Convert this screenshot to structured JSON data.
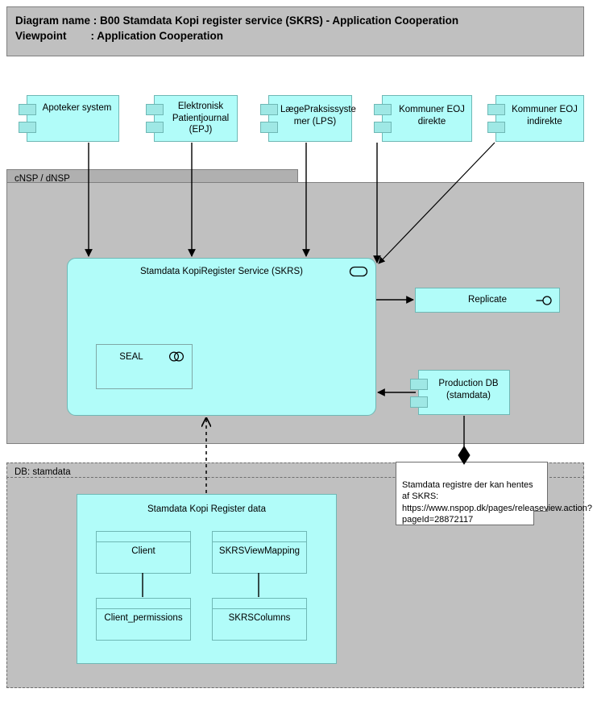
{
  "header": {
    "line1": "Diagram name : B00 Stamdata Kopi register service (SKRS) - Application Cooperation",
    "line2": "Viewpoint        : Application Cooperation"
  },
  "groups": [
    {
      "id": "cnsp",
      "label": "cNSP / dNSP"
    },
    {
      "id": "db",
      "label": "DB: stamdata"
    }
  ],
  "external_systems": [
    {
      "id": "apoteker",
      "label": "Apoteker system"
    },
    {
      "id": "epj",
      "label": "Elektronisk\nPatientjournal\n(EPJ)"
    },
    {
      "id": "lps",
      "label": "LægePraksissyste\nmer (LPS)"
    },
    {
      "id": "eoj_dir",
      "label": "Kommuner EOJ\ndirekte"
    },
    {
      "id": "eoj_indir",
      "label": "Kommuner EOJ\nindirekte"
    }
  ],
  "core": {
    "skrs": {
      "label": "Stamdata KopiRegister Service (SKRS)",
      "icon": "application-service-icon"
    },
    "seal": {
      "label": "SEAL",
      "icon": "application-collaboration-icon"
    },
    "replicate": {
      "label": "Replicate",
      "icon": "application-interface-icon"
    },
    "production_db": {
      "label": "Production DB\n(stamdata)"
    }
  },
  "data_objects": {
    "container": {
      "label": "Stamdata Kopi Register data"
    },
    "items": [
      {
        "id": "client",
        "label": "Client"
      },
      {
        "id": "skrsviewmapping",
        "label": "SKRSViewMapping"
      },
      {
        "id": "client_permissions",
        "label": "Client_permissions"
      },
      {
        "id": "skrscolumns",
        "label": "SKRSColumns"
      }
    ]
  },
  "note": {
    "text": "Stamdata registre der kan hentes af SKRS: https://www.nspop.dk/pages/releaseview.action?pageId=28872117"
  },
  "colors": {
    "element_fill": "#b1fcf9",
    "element_stroke": "#6fb8b5",
    "group_fill": "#c0c0c0",
    "group_tab_fill": "#b0b0b0",
    "group_stroke": "#808080",
    "note_fill": "#ffffff",
    "connector": "#000000"
  }
}
